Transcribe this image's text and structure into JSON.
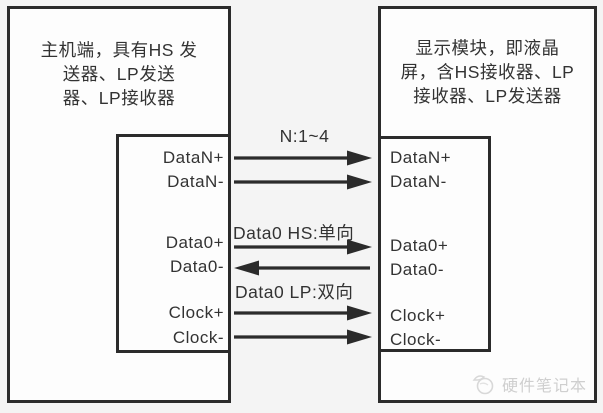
{
  "diagram": {
    "host_box": {
      "line1": "主机端，具有HS 发",
      "line2": "送器、LP发送",
      "line3": "器、LP接收器"
    },
    "display_box": {
      "line1": "显示模块，即液晶",
      "line2": "屏，含HS接收器、LP",
      "line3": "接收器、LP发送器"
    },
    "left_pins": [
      "DataN+",
      "DataN-",
      "Data0+",
      "Data0-",
      "Clock+",
      "Clock-"
    ],
    "right_pins": [
      "DataN+",
      "DataN-",
      "Data0+",
      "Data0-",
      "Clock+",
      "Clock-"
    ],
    "labels": {
      "lane_count": "N:1~4",
      "data0_hs": "Data0 HS:单向",
      "data0_lp": "Data0 LP:双向"
    },
    "connections": [
      {
        "signal": "DataN+",
        "direction": "host-to-display"
      },
      {
        "signal": "DataN-",
        "direction": "host-to-display"
      },
      {
        "signal": "Data0+",
        "direction": "host-to-display"
      },
      {
        "signal": "Data0-",
        "direction": "display-to-host"
      },
      {
        "signal": "Clock+",
        "direction": "host-to-display"
      },
      {
        "signal": "Clock-",
        "direction": "host-to-display"
      }
    ],
    "watermark": {
      "text": "硬件笔记本"
    },
    "colors": {
      "line": "#2b2b2b",
      "text": "#333333",
      "background": "#f4f4f4",
      "box_fill": "#fdfdfd",
      "watermark": "#cfcfcf"
    }
  }
}
